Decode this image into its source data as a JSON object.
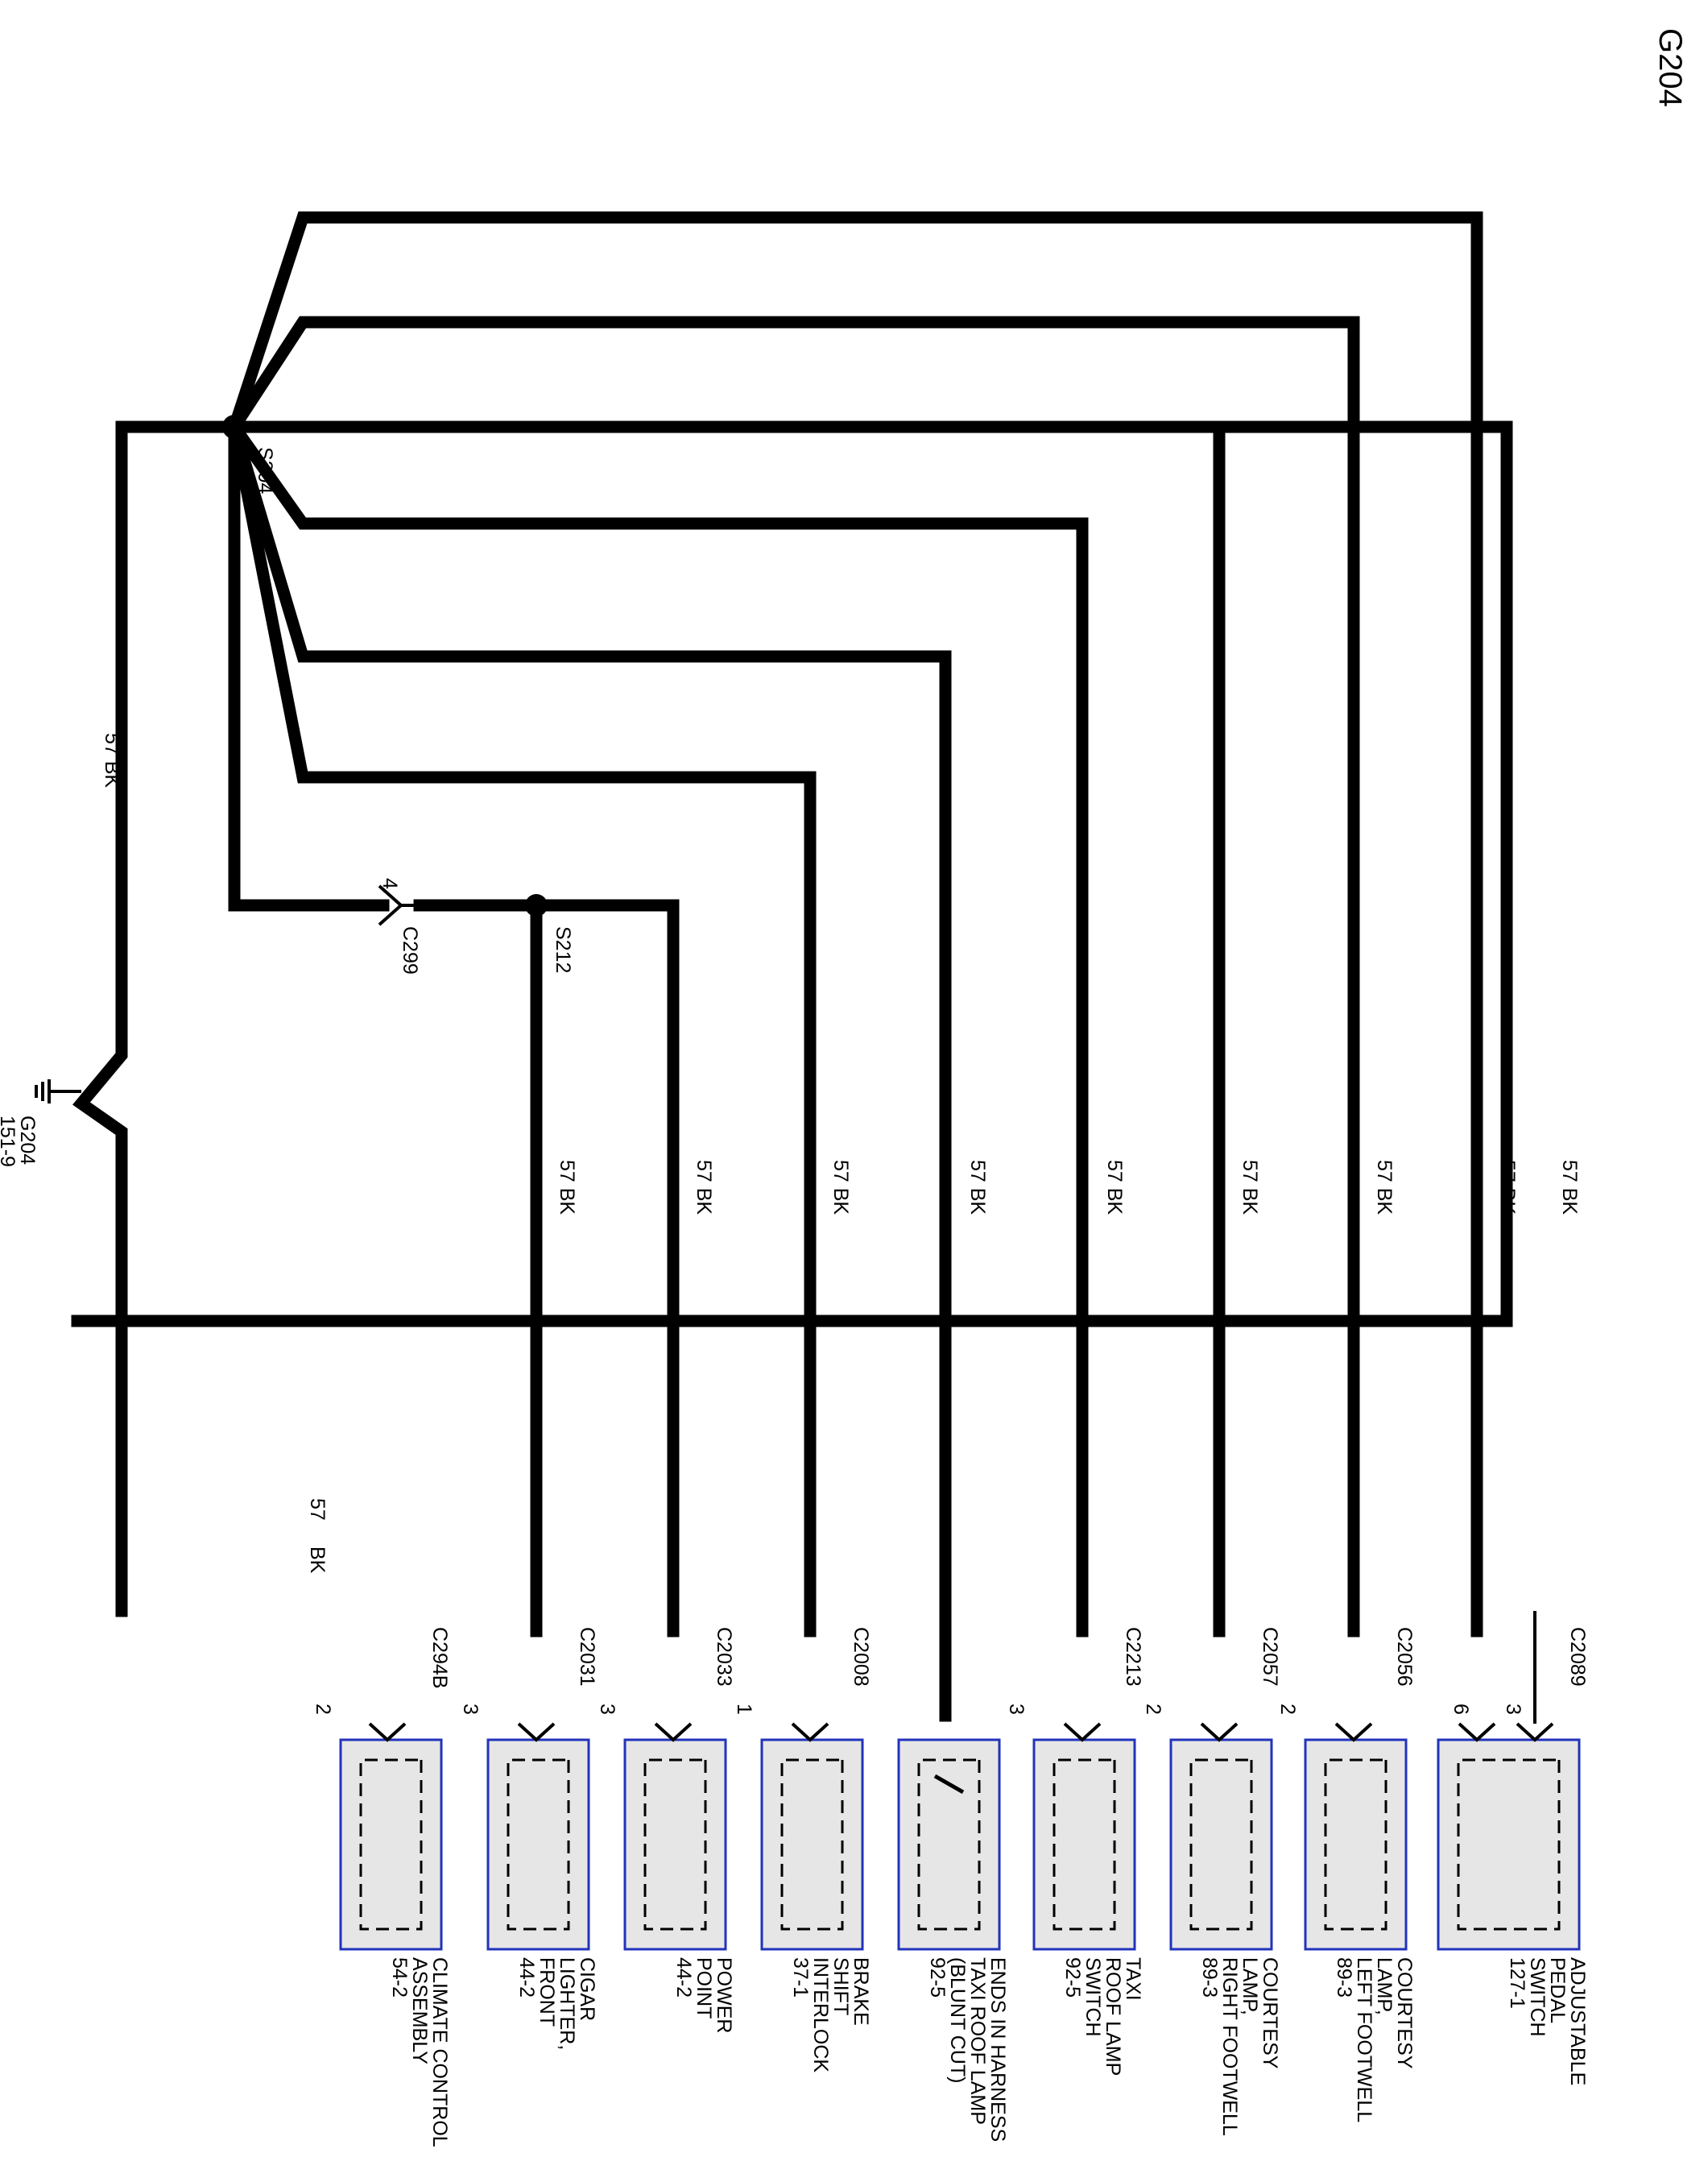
{
  "title": "G204",
  "ground": {
    "name": "G204",
    "ref": "151-9"
  },
  "splices": [
    {
      "id": "s204",
      "name": "S204"
    },
    {
      "id": "s212",
      "name": "S212"
    }
  ],
  "inline_connector": {
    "name": "C299",
    "pin": "4"
  },
  "wire_label": {
    "gauge": "57",
    "color": "BK"
  },
  "components": [
    {
      "id": "climate",
      "connector": "C294B",
      "pin": "2",
      "lines": [
        "CLIMATE CONTROL",
        "ASSEMBLY",
        "54-2"
      ]
    },
    {
      "id": "cigar",
      "connector": "C2031",
      "pin": "3",
      "lines": [
        "CIGAR",
        "LIGHTER,",
        "FRONT",
        "44-2"
      ]
    },
    {
      "id": "power",
      "connector": "C2033",
      "pin": "3",
      "lines": [
        "POWER",
        "POINT",
        "44-2"
      ]
    },
    {
      "id": "brake",
      "connector": "C2008",
      "pin": "1",
      "lines": [
        "BRAKE",
        "SHIFT",
        "INTERLOCK",
        "37-1"
      ]
    },
    {
      "id": "ends",
      "connector": "",
      "pin": "",
      "lines": [
        "ENDS IN HARNESS",
        "TAXI ROOF LAMP",
        "(BLUNT CUT)",
        "92-5"
      ]
    },
    {
      "id": "taxi",
      "connector": "C2213",
      "pin": "3",
      "lines": [
        "TAXI",
        "ROOF LAMP",
        "SWITCH",
        "92-5"
      ]
    },
    {
      "id": "right",
      "connector": "C2057",
      "pin": "2",
      "lines": [
        "COURTESY",
        "LAMP,",
        "RIGHT FOOTWELL",
        "89-3"
      ]
    },
    {
      "id": "left",
      "connector": "C2056",
      "pin": "2",
      "lines": [
        "COURTESY",
        "LAMP,",
        "LEFT FOOTWELL",
        "89-3"
      ]
    },
    {
      "id": "pedal",
      "connector": "C2089",
      "pins": [
        "6",
        "3"
      ],
      "lines": [
        "ADJUSTABLE",
        "PEDAL",
        "SWITCH",
        "127-1"
      ]
    }
  ]
}
